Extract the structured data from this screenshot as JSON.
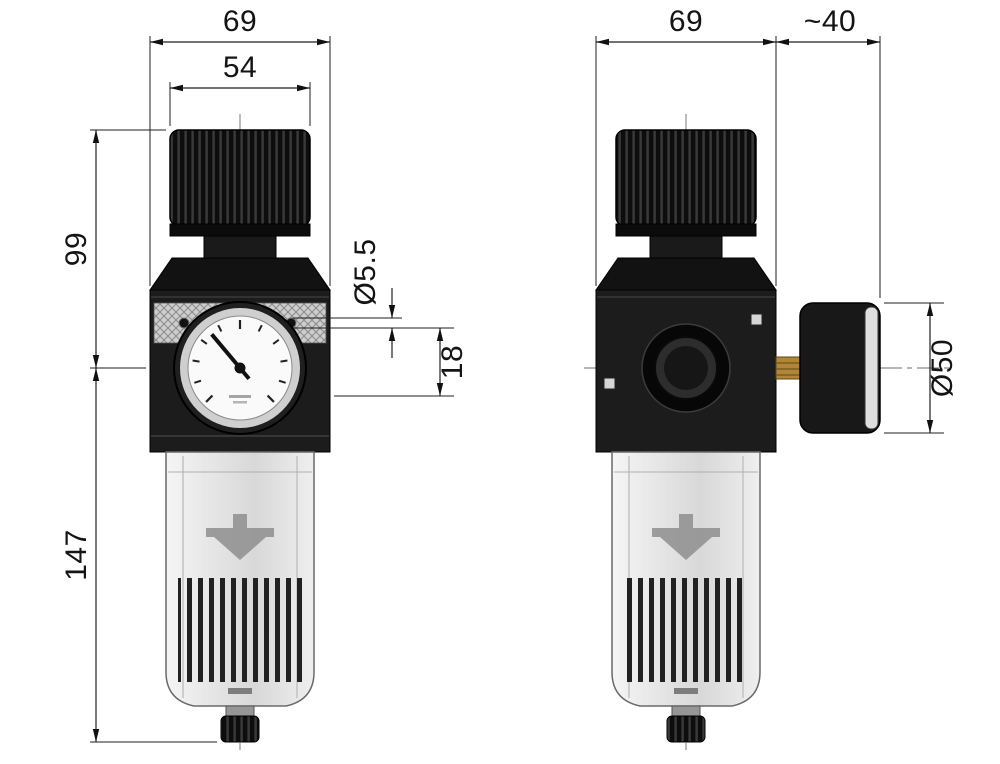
{
  "dimensions": {
    "front_total_width": "69",
    "front_knob_width": "54",
    "front_upper_height": "99",
    "front_bowl_height": "147",
    "mounting_hole_diameter": "Ø5.5",
    "mounting_hole_offset": "18",
    "side_body_width": "69",
    "gauge_depth": "~40",
    "gauge_diameter": "Ø50"
  },
  "colors": {
    "line": "#1a1a1a",
    "housing": "#1c1c1c",
    "knob": "#101010",
    "bowl_outline": "#6a6a6a",
    "hatch_band": "#cdcdcd",
    "gauge_face": "#fafafa",
    "brass": "#b08738",
    "background": "#ffffff"
  }
}
